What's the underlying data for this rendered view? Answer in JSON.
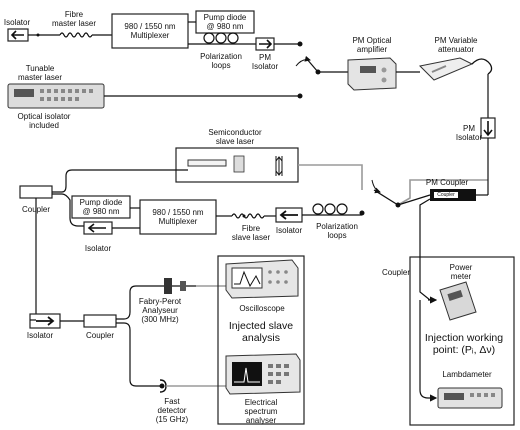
{
  "labels": {
    "isolator_top": "Isolator",
    "fibre_master_laser": "Fibre\nmaster laser",
    "mux_top": "980 / 1550 nm\nMultiplexer",
    "pump_top": "Pump diode\n@ 980 nm",
    "polarization_loops_top": "Polarization\nloops",
    "pm_isolator_top": "PM\nIsolator",
    "pm_optical_amplifier": "PM Optical\namplifier",
    "pm_variable_attenuator": "PM Variable\nattenuator",
    "tunable_master_laser": "Tunable\nmaster laser",
    "optical_isolator_included": "Optical isolator\nincluded",
    "pm_isolator_right": "PM\nIsolator",
    "semiconductor_slave_laser": "Semiconductor\nslave laser",
    "pm_coupler": "PM Coupler",
    "coupler_chip": "Coupler",
    "coupler_left": "Coupler",
    "pump_mid": "Pump diode\n@ 980 nm",
    "mux_mid": "980 / 1550 nm\nMultiplexer",
    "fibre_slave_laser": "Fibre\nslave laser",
    "isolator_mid_right": "Isolator",
    "polarization_loops_mid": "Polarization\nloops",
    "isolator_mid_left": "Isolator",
    "coupler_right": "Coupler",
    "power_meter": "Power\nmeter",
    "fabry_perot": "Fabry-Perot\nAnalyseur\n(300 MHz)",
    "oscilloscope": "Oscilloscope",
    "injected_slave_analysis": "Injected slave\nanalysis",
    "injection_working_point": "Injection working\npoint: (Pᵢ, Δν)",
    "isolator_bottom": "Isolator",
    "coupler_bottom": "Coupler",
    "lambdameter": "Lambdameter",
    "fast_detector": "Fast\ndetector\n(15 GHz)",
    "electrical_spectrum_analyser": "Electrical\nspectrum\nanalyser"
  },
  "colors": {
    "fibre": "#111111",
    "free_space": "#9a9a9a",
    "device_fill": "#ececec",
    "box_stroke": "#222222"
  }
}
